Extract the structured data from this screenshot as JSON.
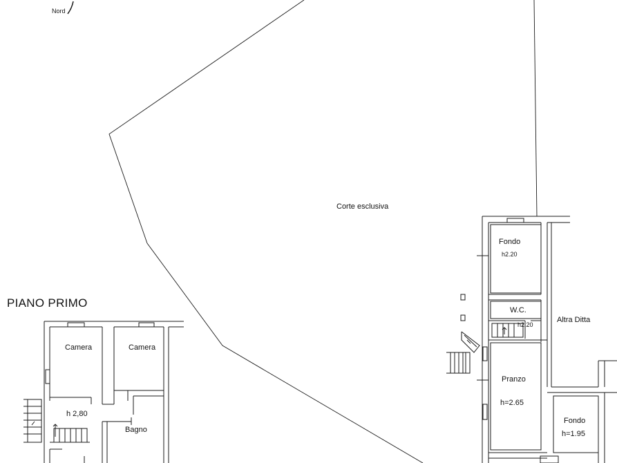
{
  "north_label": "Nord",
  "section_title": "PIANO PRIMO",
  "courtyard_label": "Corte esclusiva",
  "ground_floor": {
    "fondo_top": "Fondo",
    "fondo_top_height": "h2.20",
    "wc": "W.C.",
    "wc_height": "h2.20",
    "pranzo": "Pranzo",
    "pranzo_height": "h=2.65",
    "altra_ditta": "Altra Ditta",
    "fondo_bottom": "Fondo",
    "fondo_bottom_height": "h=1.95"
  },
  "first_floor": {
    "camera_left": "Camera",
    "camera_right": "Camera",
    "stair_height": "h 2,80",
    "bagno": "Bagno"
  },
  "colors": {
    "line": "#1a1a1a",
    "background": "#ffffff"
  }
}
